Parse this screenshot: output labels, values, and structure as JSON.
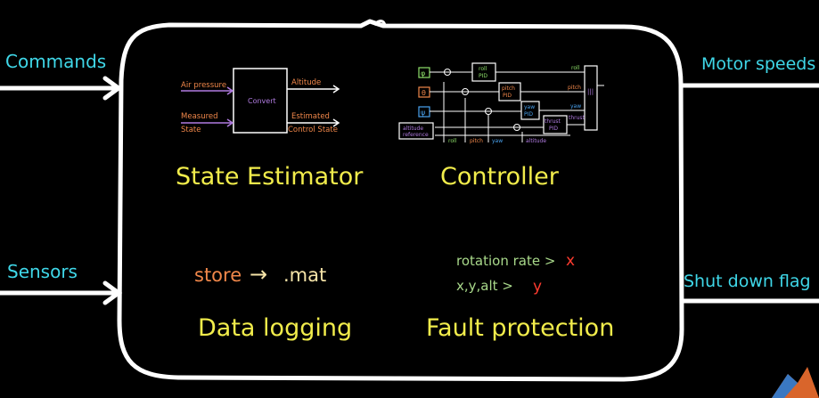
{
  "colors": {
    "background": "#000000",
    "frame": "#ffffff",
    "io_label": "#3fd7e8",
    "title_yellow": "#f1ec4b",
    "orange": "#f0874a",
    "purple": "#b07be0",
    "green": "#8ee06a",
    "blue": "#4aa3f0",
    "red": "#ff3b2f",
    "cream": "#f6e4a8",
    "light_green": "#a8d88a"
  },
  "inputs": {
    "commands": "Commands",
    "sensors": "Sensors"
  },
  "outputs": {
    "motor_speeds": "Motor speeds",
    "shut_down_flag": "Shut down flag"
  },
  "state_estimator": {
    "title": "State Estimator",
    "in1": "Air pressure",
    "in2_line1": "Measured",
    "in2_line2": "State",
    "block": "Convert",
    "out1": "Altitude",
    "out2_line1": "Estimated",
    "out2_line2": "Control State"
  },
  "controller": {
    "title": "Controller",
    "pid_roll_line1": "roll",
    "pid_roll_line2": "PID",
    "pid_pitch_line1": "pitch",
    "pid_pitch_line2": "PID",
    "pid_yaw_line1": "yaw",
    "pid_yaw_line2": "PID",
    "pid_thrust_line1": "thrust",
    "pid_thrust_line2": "PID",
    "out_roll": "roll",
    "out_pitch": "pitch",
    "out_yaw": "yaw",
    "out_thrust": "thrust",
    "ref_line1": "altitude",
    "ref_line2": "reference",
    "fb_roll": "roll",
    "fb_pitch": "pitch",
    "fb_yaw": "yaw",
    "fb_altitude": "altitude",
    "in_phi": "φ",
    "in_theta": "θ",
    "in_psi": "ψ"
  },
  "data_logging": {
    "title": "Data logging",
    "store": "store",
    "arrow": "→",
    "file": ".mat"
  },
  "fault_protection": {
    "title": "Fault protection",
    "rule1": "rotation rate >",
    "rule1_var": "x",
    "rule2": "x,y,alt >",
    "rule2_var": "y"
  }
}
